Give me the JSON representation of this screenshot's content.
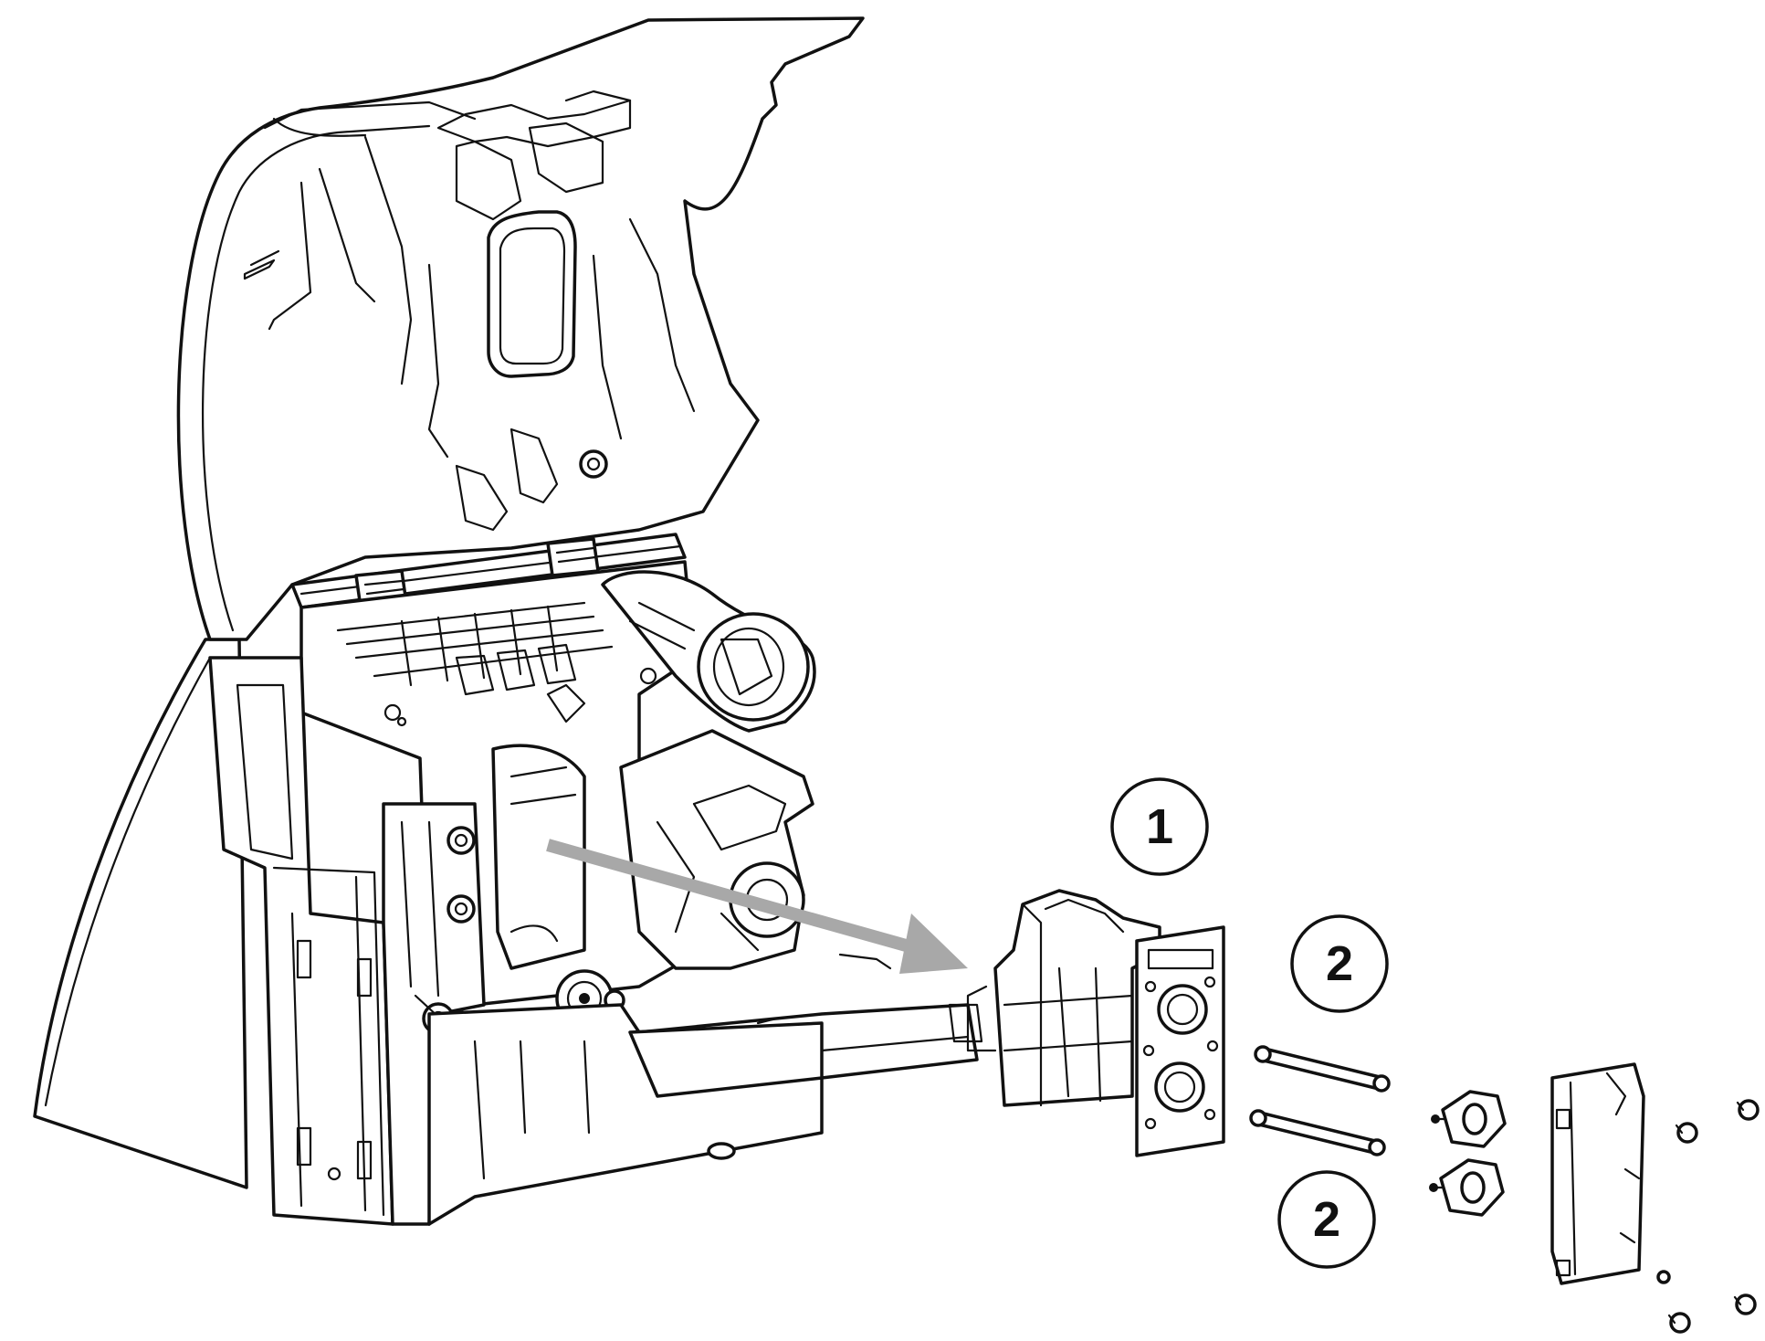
{
  "callouts": [
    {
      "id": "callout-1",
      "label": "1"
    },
    {
      "id": "callout-2-upper",
      "label": "2"
    },
    {
      "id": "callout-2-lower",
      "label": "2"
    }
  ],
  "colors": {
    "line": "#111111",
    "arrow": "#a8a8a8",
    "background": "#ffffff"
  },
  "icons": {
    "arrow": "removal-direction-arrow"
  }
}
